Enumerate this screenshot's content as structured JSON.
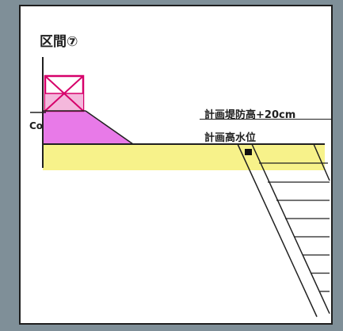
{
  "labels": {
    "section_title": "区間⑦",
    "crest_level": "計画堤防高+20cm",
    "design_water_level": "計画高水位",
    "origin": "Co"
  },
  "colors": {
    "background_photo": "#7f8f98",
    "panel": "#ffffff",
    "frame": "#1e1e1e",
    "embankment_fill": "#e87ae8",
    "water_band": "#f7f28a",
    "crossed_box_stroke": "#d6006a",
    "crossed_box_fill": "#ffcfe6",
    "line": "#202020"
  },
  "icons": {
    "crossed_box": "crossed-box-icon",
    "marker": "black-marker-icon"
  }
}
